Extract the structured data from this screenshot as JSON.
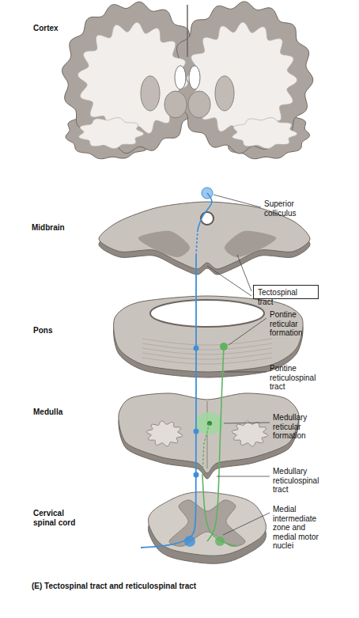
{
  "diagram": {
    "caption": "(E) Tectospinal tract and reticulospinal tract",
    "nodes": [
      {
        "text": [
          "Tectospinal tract"
        ]
      }
    ],
    "labels": [
      "Cortex",
      "Midbrain",
      "Pons",
      "Medulla",
      "Cervical spinal cord",
      "Superior colliculus",
      "Pontine reticular formation",
      "Pontine reticulospinal tract",
      "Medullary reticular formation",
      "Medullary reticulospinal tract",
      "Medial intermediate zone and medial motor nuclei"
    ]
  }
}
